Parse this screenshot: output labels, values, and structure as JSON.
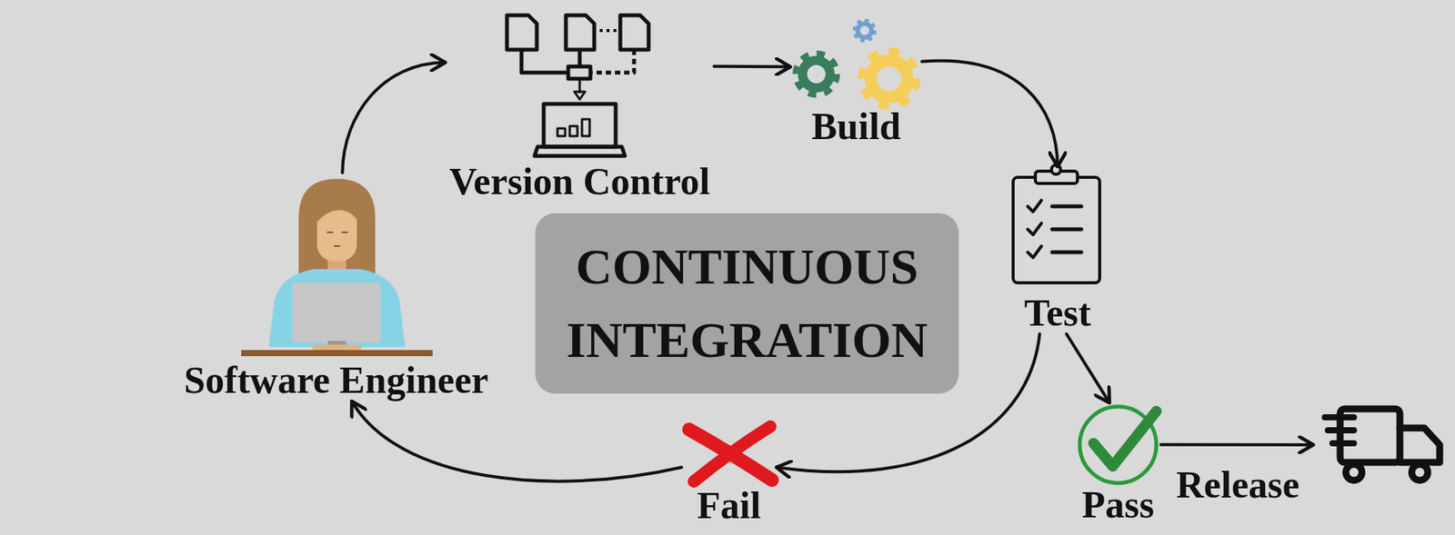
{
  "diagram": {
    "title": "CONTINUOUS INTEGRATION",
    "nodes": [
      {
        "text": [
          "Software Engineer"
        ]
      },
      {
        "text": [
          "Version Control"
        ]
      },
      {
        "text": [
          "Build"
        ]
      },
      {
        "text": [
          "Test"
        ]
      },
      {
        "text": [
          "Fail"
        ]
      },
      {
        "text": [
          "Pass"
        ]
      },
      {
        "text": [
          "Release"
        ]
      }
    ],
    "edges": [
      {
        "from": 0,
        "to": 1,
        "arrow": "to"
      },
      {
        "from": 1,
        "to": 2,
        "arrow": "to"
      },
      {
        "from": 2,
        "to": 3,
        "arrow": "to"
      },
      {
        "from": 3,
        "to": 5,
        "arrow": "to"
      },
      {
        "from": 3,
        "to": 4,
        "arrow": "to"
      },
      {
        "from": 4,
        "to": 0,
        "arrow": "to"
      },
      {
        "from": 5,
        "to": 6,
        "arrow": "to"
      }
    ]
  }
}
